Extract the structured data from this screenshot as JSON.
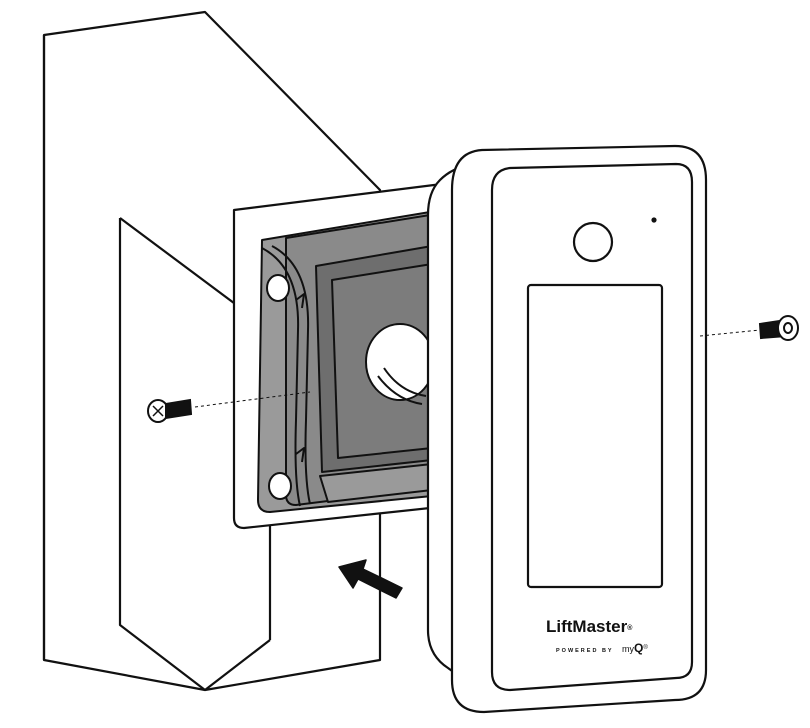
{
  "device": {
    "brand": "LiftMaster",
    "brand_mark": "®",
    "powered_by": "POWERED BY",
    "myq_prefix": "my",
    "myq_letter": "Q",
    "myq_mark": "®"
  },
  "colors": {
    "line": "#111111",
    "gasket_gray": "#9a9a9a",
    "gasket_dark": "#6e6e6e",
    "backplate_gray": "#8a8a8a",
    "body_white": "#ffffff"
  },
  "icons": [
    "screw-icon",
    "screw-icon",
    "arrow-icon"
  ]
}
